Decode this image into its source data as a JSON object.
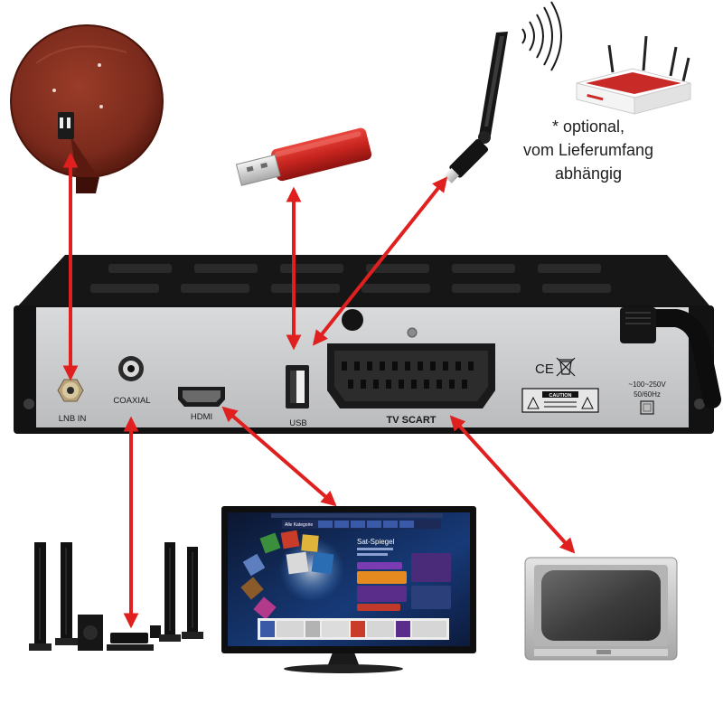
{
  "note": {
    "lines": [
      "* optional,",
      "vom Lieferumfang",
      "abhängig"
    ]
  },
  "ports": {
    "lnb": "LNB IN",
    "coaxial": "COAXIAL",
    "hdmi": "HDMI",
    "usb": "USB",
    "scart": "TV SCART"
  },
  "power": {
    "voltage": "~100~250V",
    "frequency": "50/60Hz"
  },
  "marks": {
    "ce": "CE",
    "caution": "CAUTION"
  },
  "tv_screen": {
    "menu_first": "Alle Kategorie",
    "heading": "Sat-Spiegel"
  },
  "devices": [
    "satellite-dish-icon",
    "usb-stick-icon",
    "wifi-dongle-icon",
    "router-icon",
    "receiver-back-panel",
    "home-theater-icon",
    "flat-tv-icon",
    "crt-tv-icon"
  ],
  "colors": {
    "arrow": "#e01f1f",
    "panel": "#c9cacc",
    "body": "#121212",
    "dish": "#7a2a1c",
    "usb_stick": "#c8241f"
  }
}
